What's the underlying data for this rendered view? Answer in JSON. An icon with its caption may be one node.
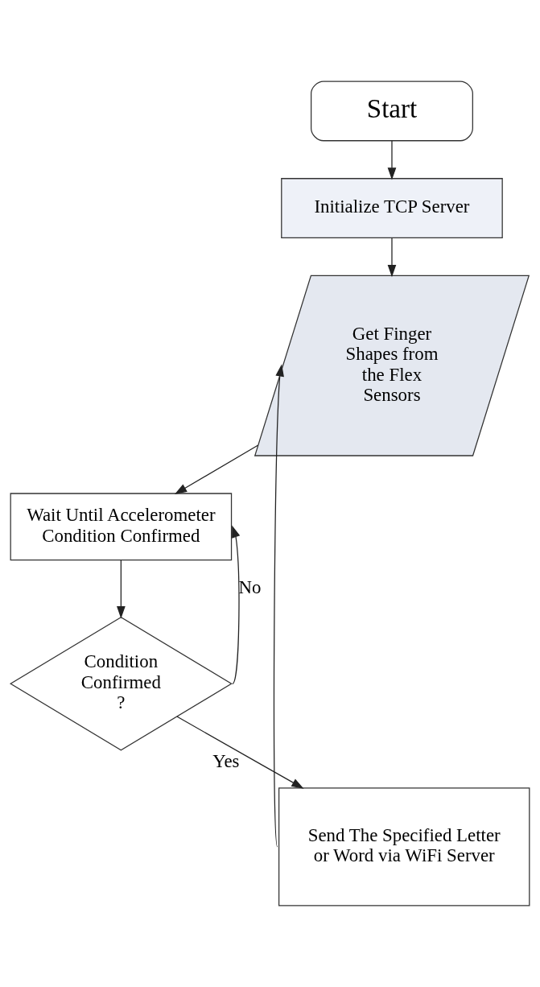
{
  "diagram": {
    "nodes": [
      {
        "text": [
          "Start"
        ]
      },
      {
        "text": [
          "Initialize TCP Server"
        ]
      },
      {
        "text": [
          "Get Finger Shapes from the Flex Sensors"
        ]
      },
      {
        "text": [
          "Wait Until Accelerometer Condition Confirmed"
        ]
      },
      {
        "text": [
          "Condition Confirmed ?"
        ]
      },
      {
        "text": [
          "Send The Specified Letter or Word via WiFi Server"
        ]
      }
    ],
    "edges": [
      {
        "from": 0,
        "to": 1,
        "arrow": "to"
      },
      {
        "from": 1,
        "to": 2,
        "arrow": "to"
      },
      {
        "from": 2,
        "to": 3,
        "arrow": "to"
      },
      {
        "from": 3,
        "to": 4,
        "arrow": "to"
      },
      {
        "from": 4,
        "to": 3,
        "arrow": "to",
        "label": "No"
      },
      {
        "from": 4,
        "to": 5,
        "arrow": "to",
        "label": "Yes"
      },
      {
        "from": 5,
        "to": 2,
        "arrow": "to"
      }
    ]
  }
}
